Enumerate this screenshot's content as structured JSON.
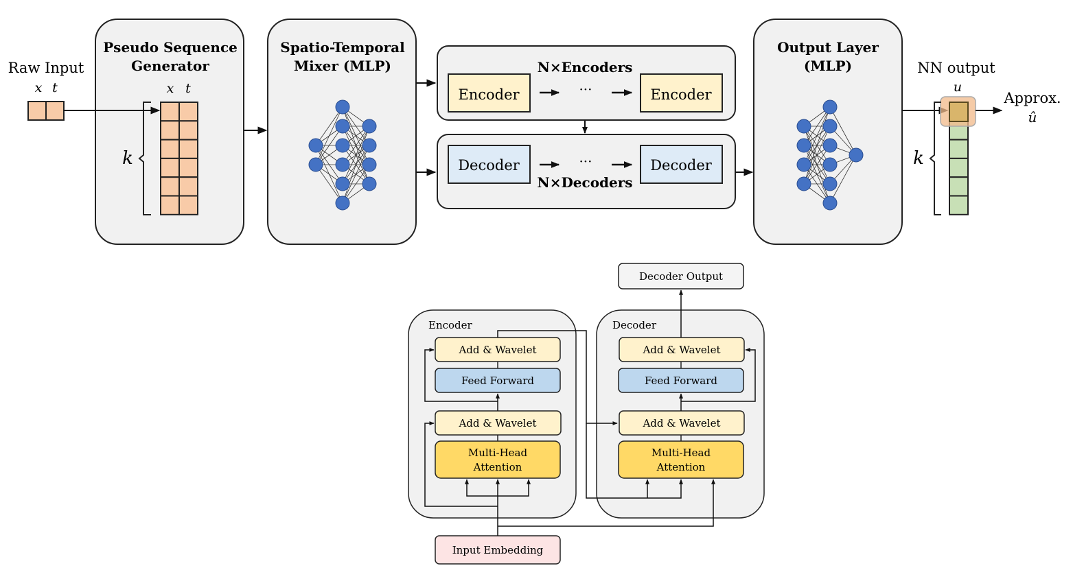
{
  "top_diagram": {
    "raw_input": {
      "label": "Raw Input",
      "vars": [
        "x",
        "t"
      ]
    },
    "pseudo_sequence": {
      "title_line1": "Pseudo Sequence",
      "title_line2": "Generator",
      "vars": [
        "x",
        "t"
      ],
      "k_label": "k",
      "rows": 6
    },
    "mixer": {
      "title_line1": "Spatio-Temporal",
      "title_line2": "Mixer (MLP)"
    },
    "encoders": {
      "title": "N×Encoders",
      "block_label": "Encoder",
      "ellipsis": "···"
    },
    "decoders": {
      "title": "N×Decoders",
      "block_label": "Decoder",
      "ellipsis": "···"
    },
    "output_layer": {
      "title_line1": "Output Layer",
      "title_line2": "(MLP)"
    },
    "nn_output": {
      "label": "NN output",
      "var": "u",
      "k_label": "k",
      "rows": 6
    },
    "approx": {
      "label": "Approx.",
      "var": "û"
    }
  },
  "bottom_diagram": {
    "decoder_output": "Decoder Output",
    "encoder": {
      "title": "Encoder",
      "add_wavelet_top": "Add & Wavelet",
      "feed_forward": "Feed Forward",
      "add_wavelet_bottom": "Add & Wavelet",
      "mha_line1": "Multi-Head",
      "mha_line2": "Attention"
    },
    "decoder": {
      "title": "Decoder",
      "add_wavelet_top": "Add & Wavelet",
      "feed_forward": "Feed Forward",
      "add_wavelet_bottom": "Add & Wavelet",
      "mha_line1": "Multi-Head",
      "mha_line2": "Attention"
    },
    "input_embedding": "Input Embedding"
  },
  "colors": {
    "panel_fill": "#f1f1f1",
    "input_cell": "#f8cba8",
    "output_cell": "#c8e0b6",
    "highlight": "#f2b98a",
    "encoder_fill": "#fff2cc",
    "decoder_fill": "#deebf7",
    "feed_forward_fill": "#bdd7ee",
    "mha_fill": "#ffd966",
    "embedding_fill": "#fde4e4",
    "neuron": "#4472c4"
  }
}
